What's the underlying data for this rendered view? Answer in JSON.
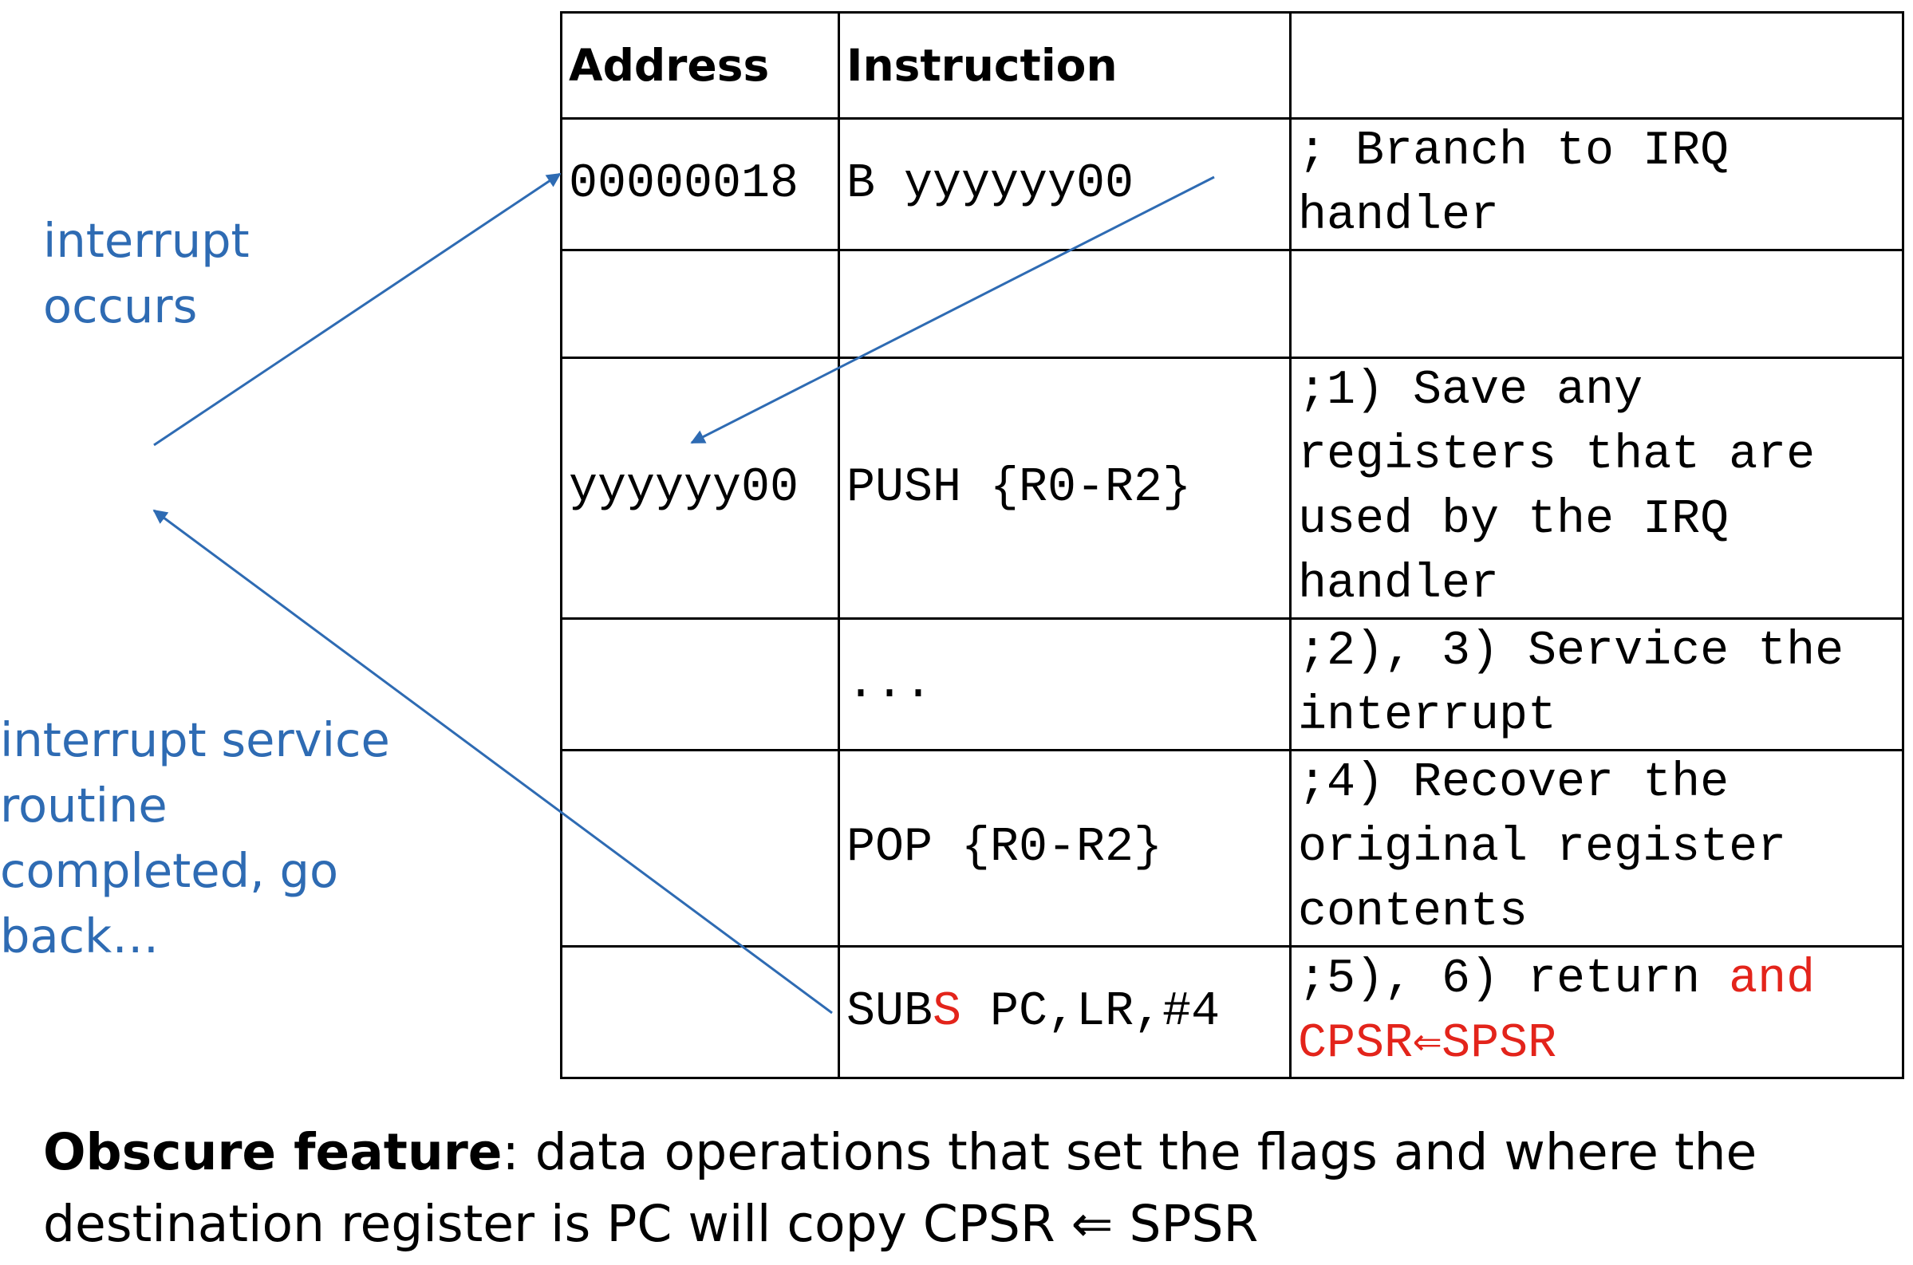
{
  "labels": {
    "interrupt_occurs": "interrupt\noccurs",
    "isr_completed": "interrupt service\nroutine\ncompleted, go\nback…"
  },
  "table": {
    "headers": [
      "Address",
      "Instruction",
      ""
    ],
    "rows": [
      {
        "address": "00000018",
        "instruction": "B yyyyyy00",
        "comment": "; Branch to IRQ handler"
      },
      {
        "address": "",
        "instruction": "",
        "comment": ""
      },
      {
        "address": "yyyyyy00",
        "instruction": "PUSH {R0-R2}",
        "comment": ";1) Save any registers that are used by the IRQ handler"
      },
      {
        "address": "",
        "instruction": "...",
        "comment": ";2), 3) Service the interrupt"
      },
      {
        "address": "",
        "instruction": "POP {R0-R2}",
        "comment": ";4) Recover the original register contents"
      },
      {
        "address": "",
        "instruction_pre": "SUB",
        "instruction_red": "S",
        "instruction_post": " PC,LR,#4",
        "comment_pre": ";5), 6) return ",
        "comment_red": "and CPSR⇐SPSR"
      }
    ]
  },
  "footer": {
    "bold": "Obscure feature",
    "rest": ": data operations that set the flags and where the destination register is PC will copy CPSR ⇐ SPSR"
  },
  "colors": {
    "arrow": "#2e6bb3",
    "label": "#2e6bb3",
    "highlight": "#e3241b"
  }
}
